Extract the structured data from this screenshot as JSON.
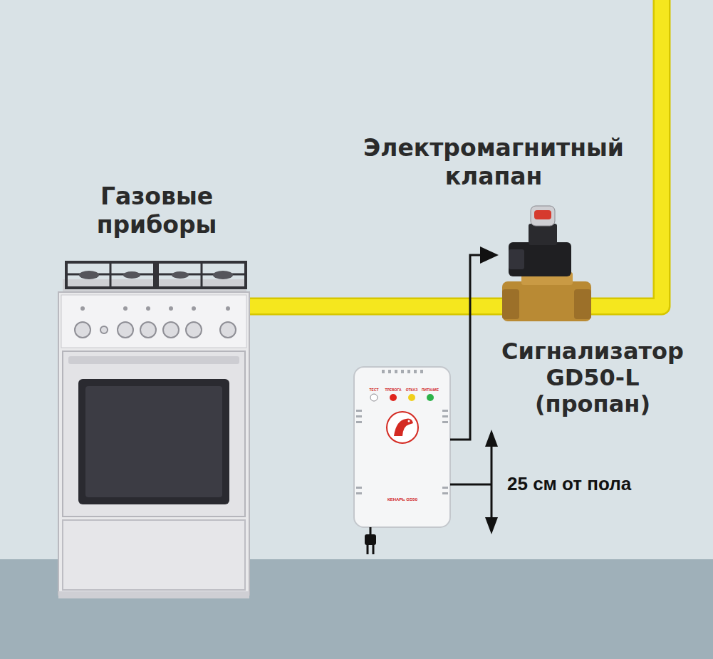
{
  "diagram": {
    "nodes": [
      {
        "text": [
          "Газовые приборы"
        ]
      },
      {
        "text": [
          "Электромагнитный клапан"
        ]
      },
      {
        "text": [
          "Сигнализатор GD50-L (пропан)",
          "ТЕСТ",
          "ТРЕВОГА",
          "ОТКАЗ",
          "ПИТАНИЕ",
          "КЕНАРЬ GD50"
        ]
      }
    ],
    "edges": [
      {
        "from": 2,
        "to": 1,
        "arrow": "to"
      }
    ],
    "labels": [
      "25 см от пола"
    ]
  }
}
